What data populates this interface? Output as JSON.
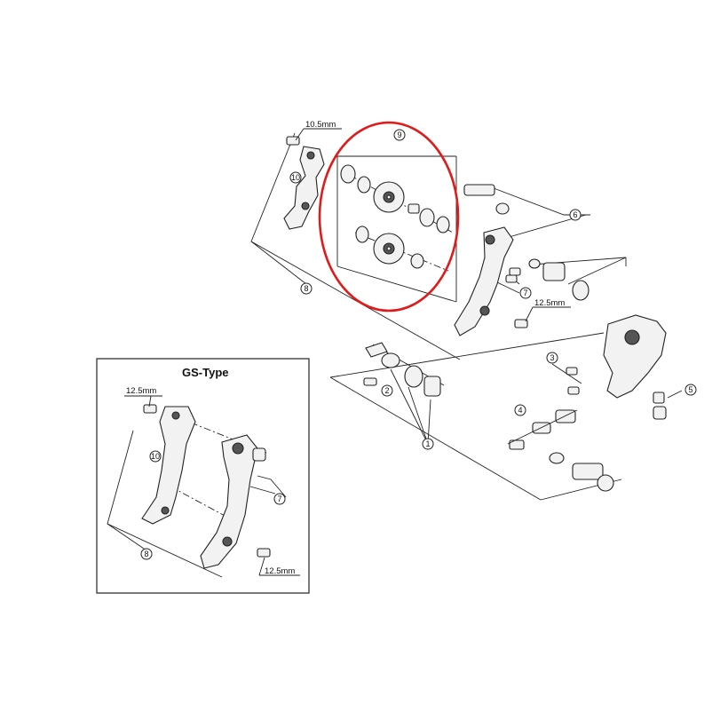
{
  "diagram": {
    "callouts": {
      "c1": "1",
      "c2": "2",
      "c3": "3",
      "c4": "4",
      "c5": "5",
      "c6": "6",
      "c7": "7",
      "c8": "8",
      "c9": "9",
      "c10": "10"
    },
    "dimensions": {
      "top_bolt": "10.5mm",
      "lower_bolt": "12.5mm"
    },
    "gs_inset": {
      "title": "GS-Type",
      "top_bolt": "12.5mm",
      "lower_bolt": "12.5mm",
      "callouts": {
        "c7": "7",
        "c8": "8",
        "c10": "10"
      }
    },
    "highlight_color": "#e01b1b"
  }
}
